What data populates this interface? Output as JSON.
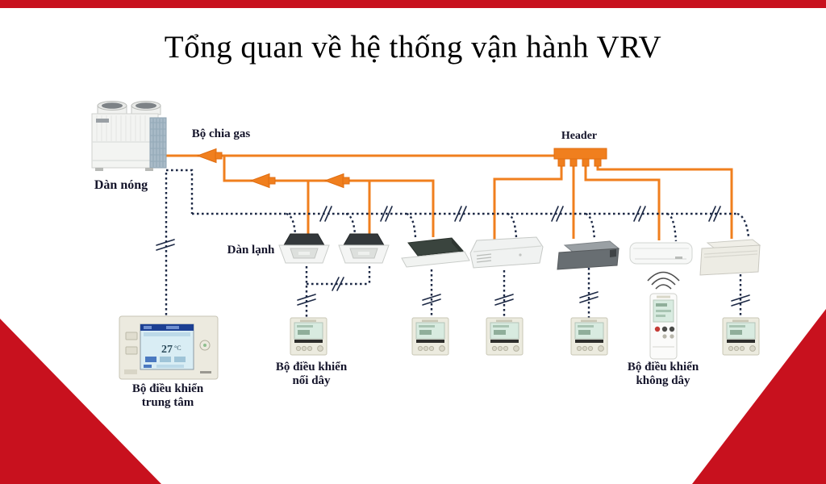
{
  "title": "Tổng quan về hệ thống vận hành VRV",
  "diagram": {
    "outdoor_label": "Dàn nóng",
    "gas_branch_label": "Bộ chia gas",
    "header_label": "Header",
    "indoor_label": "Dàn lạnh",
    "central_controller": {
      "line1": "Bộ điều khiển",
      "line2": "trung tâm",
      "display_temp": "27",
      "display_unit": "°C"
    },
    "wired_controller": {
      "line1": "Bộ điều khiển",
      "line2": "nối dây"
    },
    "wireless_controller": {
      "line1": "Bộ điều khiển",
      "line2": "không dây"
    }
  },
  "colors": {
    "accent_red": "#c8111e",
    "pipe_orange": "#f07f1e",
    "wire_navy": "#1d2945"
  }
}
